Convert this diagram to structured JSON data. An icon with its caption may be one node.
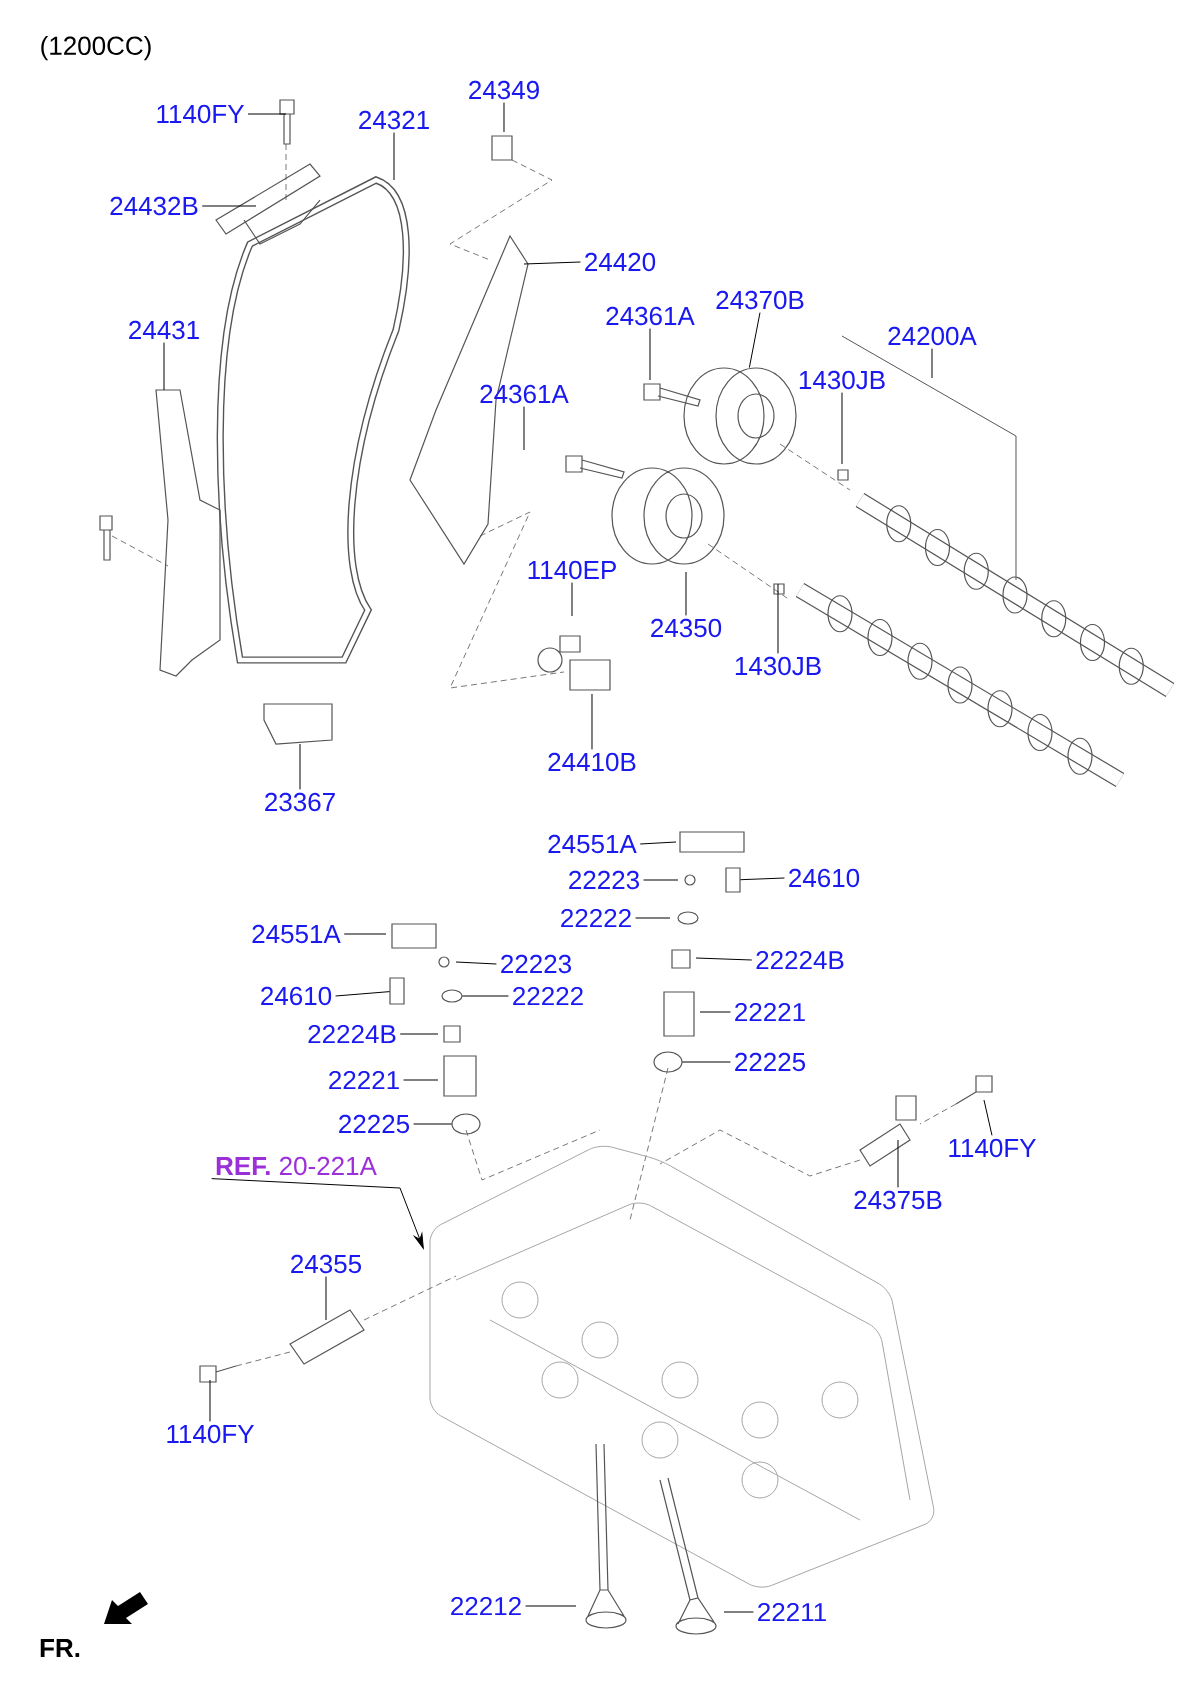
{
  "diagram": {
    "nodes": [
      {
        "text": [
          "1140FY"
        ]
      },
      {
        "text": [
          "24321"
        ]
      },
      {
        "text": [
          "24349"
        ]
      },
      {
        "text": [
          "24432B"
        ]
      },
      {
        "text": [
          "24420"
        ]
      },
      {
        "text": [
          "24431"
        ]
      },
      {
        "text": [
          "24361A"
        ]
      },
      {
        "text": [
          "24370B"
        ]
      },
      {
        "text": [
          "24200A"
        ]
      },
      {
        "text": [
          "24361A"
        ]
      },
      {
        "text": [
          "1430JB"
        ]
      },
      {
        "text": [
          "1140EP"
        ]
      },
      {
        "text": [
          "24350"
        ]
      },
      {
        "text": [
          "1430JB"
        ]
      },
      {
        "text": [
          "24410B"
        ]
      },
      {
        "text": [
          "23367"
        ]
      },
      {
        "text": [
          "24551A"
        ]
      },
      {
        "text": [
          "22223"
        ]
      },
      {
        "text": [
          "24610"
        ]
      },
      {
        "text": [
          "22222"
        ]
      },
      {
        "text": [
          "22224B"
        ]
      },
      {
        "text": [
          "22221"
        ]
      },
      {
        "text": [
          "22225"
        ]
      },
      {
        "text": [
          "24551A"
        ]
      },
      {
        "text": [
          "22223"
        ]
      },
      {
        "text": [
          "24610"
        ]
      },
      {
        "text": [
          "22222"
        ]
      },
      {
        "text": [
          "22224B"
        ]
      },
      {
        "text": [
          "22221"
        ]
      },
      {
        "text": [
          "22225"
        ]
      },
      {
        "text": [
          "**REF.** 20-221A"
        ]
      },
      {
        "text": [
          "24375B"
        ]
      },
      {
        "text": [
          "1140FY"
        ]
      },
      {
        "text": [
          "24355"
        ]
      },
      {
        "text": [
          "1140FY"
        ]
      },
      {
        "text": [
          "22212"
        ]
      },
      {
        "text": [
          "22211"
        ]
      },
      {
        "text": [],
        "shape": "picture"
      },
      {
        "text": [],
        "shape": "circle"
      },
      {
        "text": [],
        "shape": "box"
      },
      {
        "text": [],
        "shape": "circle"
      },
      {
        "text": [],
        "shape": "circle"
      },
      {
        "text": [],
        "shape": "box"
      }
    ],
    "edges": [
      {
        "from": 0,
        "to": null,
        "arrow": "none"
      },
      {
        "from": 1,
        "to": null,
        "arrow": "none"
      },
      {
        "from": 2,
        "to": null,
        "arrow": "none"
      },
      {
        "from": 3,
        "to": null,
        "arrow": "none"
      },
      {
        "from": 4,
        "to": null,
        "arrow": "none"
      },
      {
        "from": 5,
        "to": null,
        "arrow": "none"
      },
      {
        "from": 6,
        "to": null,
        "arrow": "none"
      },
      {
        "from": 7,
        "to": 37,
        "arrow": "none"
      },
      {
        "from": 8,
        "to": null,
        "arrow": "none"
      },
      {
        "from": 9,
        "to": null,
        "arrow": "none"
      },
      {
        "from": 10,
        "to": null,
        "arrow": "none"
      },
      {
        "from": 11,
        "to": null,
        "arrow": "none"
      },
      {
        "from": 12,
        "to": null,
        "arrow": "none"
      },
      {
        "from": 13,
        "to": null,
        "arrow": "none"
      },
      {
        "from": 14,
        "to": null,
        "arrow": "none"
      },
      {
        "from": 15,
        "to": null,
        "arrow": "none"
      },
      {
        "from": 16,
        "to": null,
        "arrow": "none"
      },
      {
        "from": 17,
        "to": null,
        "arrow": "none"
      },
      {
        "from": 18,
        "to": 42,
        "arrow": "none"
      },
      {
        "from": 19,
        "to": null,
        "arrow": "none"
      },
      {
        "from": 20,
        "to": null,
        "arrow": "none"
      },
      {
        "from": 21,
        "to": null,
        "arrow": "none"
      },
      {
        "from": 22,
        "to": 38,
        "arrow": "none"
      },
      {
        "from": 23,
        "to": null,
        "arrow": "none"
      },
      {
        "from": 24,
        "to": null,
        "arrow": "none"
      },
      {
        "from": 25,
        "to": 39,
        "arrow": "none"
      },
      {
        "from": 26,
        "to": 40,
        "arrow": "none"
      },
      {
        "from": 27,
        "to": null,
        "arrow": "none"
      },
      {
        "from": 28,
        "to": null,
        "arrow": "none"
      },
      {
        "from": 29,
        "to": 41,
        "arrow": "none"
      },
      {
        "from": 30,
        "to": null,
        "arrow": "to"
      },
      {
        "from": 31,
        "to": null,
        "arrow": "none"
      },
      {
        "from": 32,
        "to": null,
        "arrow": "none"
      },
      {
        "from": 33,
        "to": null,
        "arrow": "none"
      },
      {
        "from": 34,
        "to": null,
        "arrow": "none"
      },
      {
        "from": 35,
        "to": null,
        "arrow": "none"
      },
      {
        "from": 36,
        "to": null,
        "arrow": "none"
      }
    ],
    "labels": [
      "(1200CC)",
      "FR."
    ]
  }
}
